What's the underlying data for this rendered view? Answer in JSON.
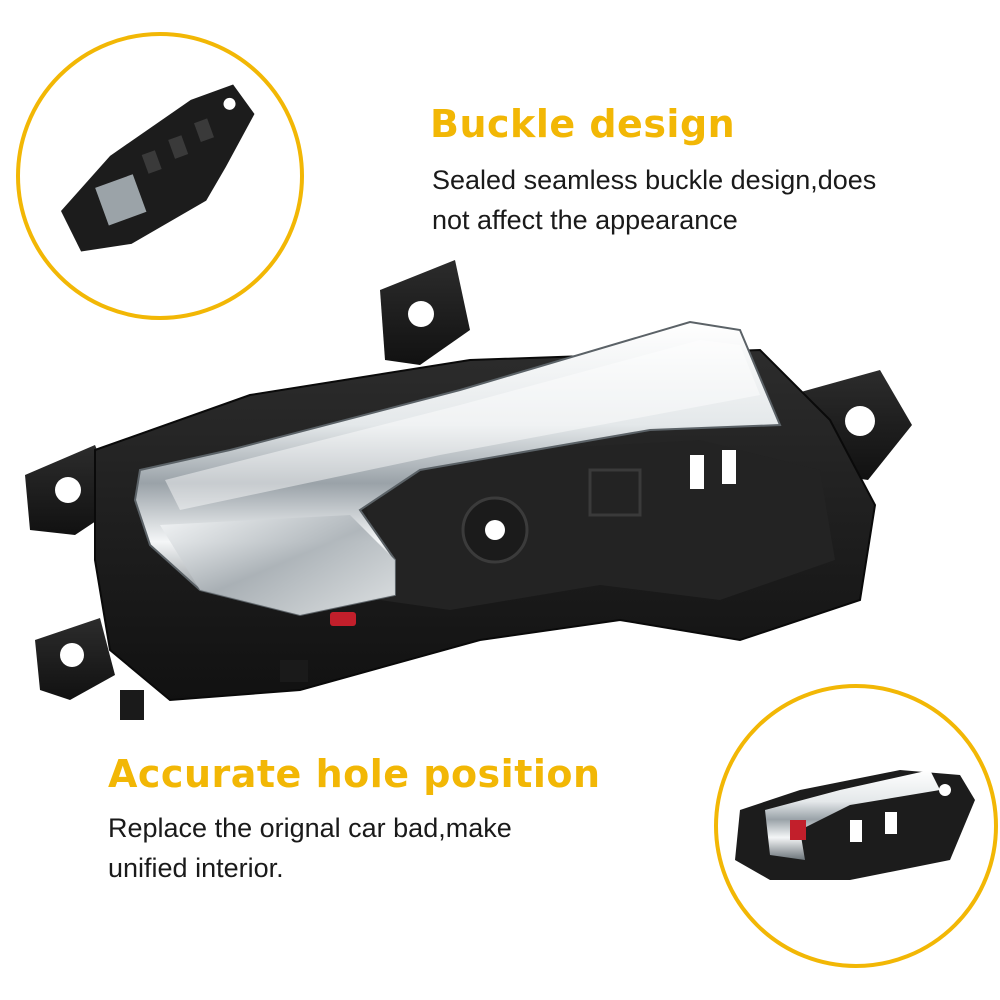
{
  "features": [
    {
      "heading": "Buckle design",
      "lines": [
        "Sealed seamless buckle design,does",
        "not affect the appearance"
      ]
    },
    {
      "heading": "Accurate hole position",
      "lines": [
        "Replace the orignal car bad,make",
        "unified interior."
      ]
    }
  ],
  "colors": {
    "accent": "#f2b705",
    "text": "#1a1a1a",
    "housing": "#1c1c1c",
    "chrome": "#d9dde0"
  }
}
